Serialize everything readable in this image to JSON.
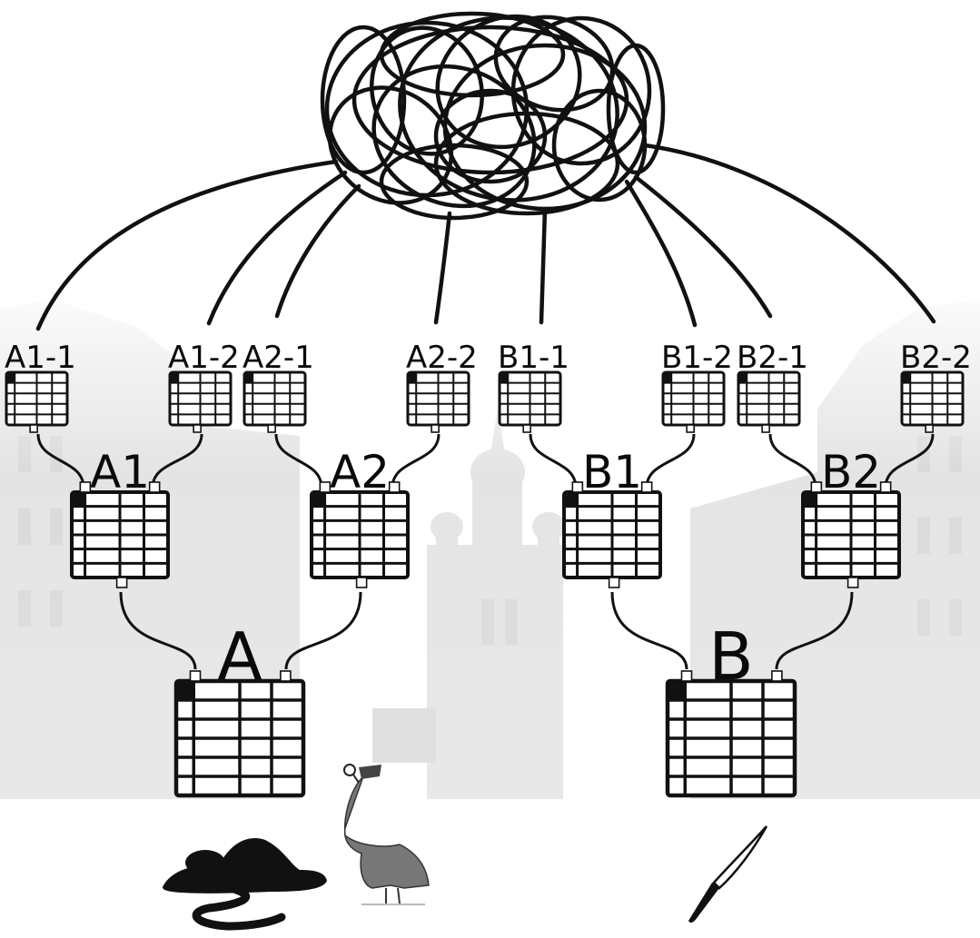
{
  "diagram": {
    "leaf_tables": [
      {
        "label": "A1-1"
      },
      {
        "label": "A1-2"
      },
      {
        "label": "A2-1"
      },
      {
        "label": "A2-2"
      },
      {
        "label": "B1-1"
      },
      {
        "label": "B1-2"
      },
      {
        "label": "B2-1"
      },
      {
        "label": "B2-2"
      }
    ],
    "mid_tables": [
      {
        "label": "A1"
      },
      {
        "label": "A2"
      },
      {
        "label": "B1"
      },
      {
        "label": "B2"
      }
    ],
    "root_tables": [
      {
        "label": "A"
      },
      {
        "label": "B"
      }
    ],
    "illustrations": {
      "top": "tangled-scribble",
      "bottom_left": "lying-figure-silhouette",
      "bottom_center": "detective-with-magnifying-glass",
      "bottom_right": "knife"
    },
    "background": "faded-city-street-with-onion-dome-church",
    "colors": {
      "ink": "#111111",
      "background_haze": "#d8d8d8"
    }
  }
}
